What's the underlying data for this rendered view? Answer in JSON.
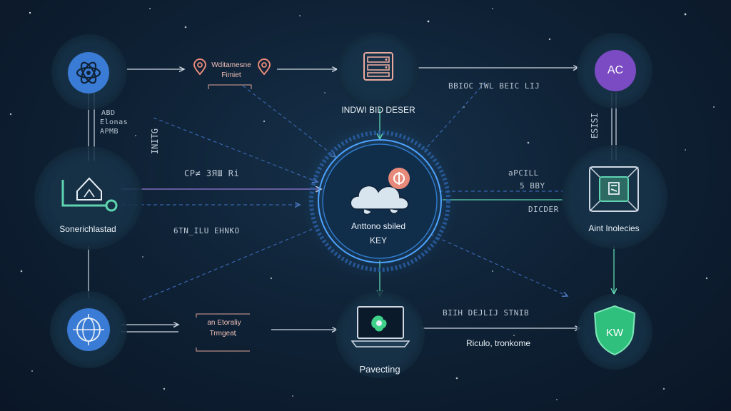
{
  "nodes": {
    "top_left": {
      "icon": "atom-icon"
    },
    "top_center": {
      "label": "INDWI BID DESER",
      "icon": "server-rack-icon"
    },
    "top_right": {
      "badge": "AC"
    },
    "mid_left": {
      "label": "Sonerichlastad",
      "icon": "home-circuit-icon"
    },
    "center": {
      "line1": "Anttono sbiled",
      "line2": "KEY",
      "icon": "cloud-icon",
      "badge_icon": "security-badge-icon"
    },
    "mid_right": {
      "label": "Aint Inolecies",
      "icon": "processor-chip-icon"
    },
    "bottom_left": {
      "icon": "globe-network-icon"
    },
    "bottom_center": {
      "label": "Pavecting",
      "icon": "laptop-icon"
    },
    "bottom_right": {
      "badge": "KW",
      "icon": "shield-icon"
    }
  },
  "texts": {
    "top_mid_line1": "Wditamesne",
    "top_mid_line2": "Fimiet",
    "left_col_1": "ABD",
    "left_col_2": "Elonas",
    "left_col_3": "APMB",
    "vertical_left": "INITG",
    "cps_label": "CP≠ ЗЯШ Ri",
    "eta_label": "6TN_ILU EHNKO",
    "top_right_label": "BBIOC TWL BEIC LIJ",
    "vertical_right": "ESISI",
    "right_1": "aPCILL",
    "right_2": "5 BBY",
    "right_3": "DICDER",
    "bottom_mid_line1": "an Etoraliy",
    "bottom_mid_line2": "Trmgeat",
    "bottom_right_label": "BIIH DEJLIJ STNIB",
    "bottom_right_sub": "Riculo, tronkome"
  },
  "colors": {
    "background": "#0d1a2c",
    "node_fill": "#18344a",
    "accent_blue": "#3a7bd5",
    "accent_purple": "#7a4bc2",
    "accent_green": "#3fd08a",
    "accent_coral": "#e88a7a",
    "line_white": "#cfd8e3",
    "line_blue_dashed": "#3f6fc0",
    "line_green": "#5fd4b0"
  }
}
